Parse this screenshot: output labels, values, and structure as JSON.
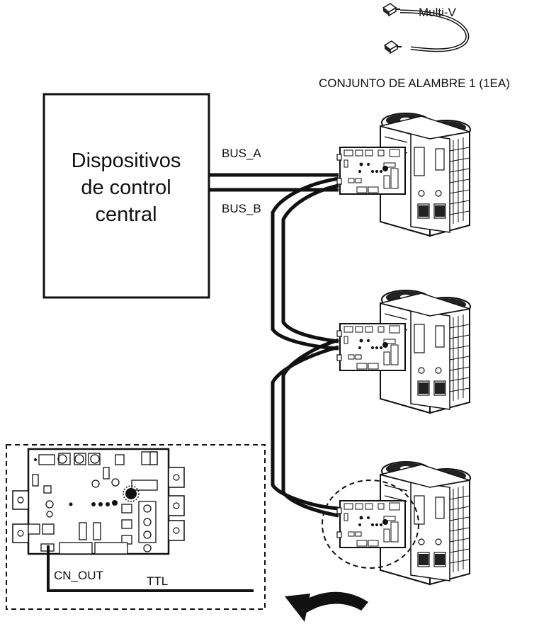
{
  "cable": {
    "connector_label": "Multi-V",
    "caption": "CONJUNTO DE ALAMBRE 1 (1EA)"
  },
  "central_controller": {
    "line1": "Dispositivos",
    "line2": "de control",
    "line3": "central"
  },
  "bus": {
    "a_label": "BUS_A",
    "b_label": "BUS_B"
  },
  "detail": {
    "connector_label": "CN_OUT",
    "ttl_label": "TTL"
  },
  "icons": [
    "cable-connector-icon",
    "outdoor-unit-icon",
    "pcb-board-icon",
    "curved-arrow-icon"
  ],
  "colors": {
    "line": "#111111",
    "background": "#ffffff"
  }
}
